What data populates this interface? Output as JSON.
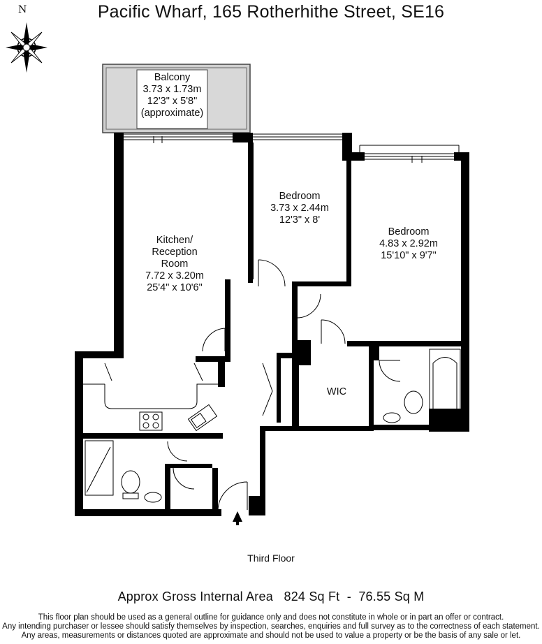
{
  "title": "Pacific Wharf, 165 Rotherhithe Street, SE16",
  "compass": {
    "north_label": "N"
  },
  "rooms": {
    "balcony": {
      "name": "Balcony",
      "metric": "3.73 x 1.73m",
      "imperial": "12'3\" x 5'8\"",
      "note": "(approximate)"
    },
    "kitchen": {
      "name1": "Kitchen/",
      "name2": "Reception",
      "name3": "Room",
      "metric": "7.72 x 3.20m",
      "imperial": "25'4\" x 10'6\""
    },
    "bedroom1": {
      "name": "Bedroom",
      "metric": "3.73 x 2.44m",
      "imperial": "12'3\" x 8'"
    },
    "bedroom2": {
      "name": "Bedroom",
      "metric": "4.83 x 2.92m",
      "imperial": "15'10\" x 9'7\""
    },
    "wic": {
      "name": "WIC"
    }
  },
  "floor_label": "Third Floor",
  "area": "Approx Gross Internal Area   824 Sq Ft  -  76.55 Sq M",
  "disclaimer": {
    "line1": "This floor plan should be used as a general outline for guidance only and does not constitute in whole or in part an offer or contract.",
    "line2": "Any intending purchaser or lessee should satisfy themselves by inspection, searches, enquiries and full survey as to the correctness of each statement.",
    "line3": "Any areas, measurements or distances quoted are approximate and should not be used to value a property or be the basis of any sale or let."
  },
  "colors": {
    "wall": "#000000",
    "balcony_fill": "#cfcfcf",
    "background": "#ffffff"
  }
}
